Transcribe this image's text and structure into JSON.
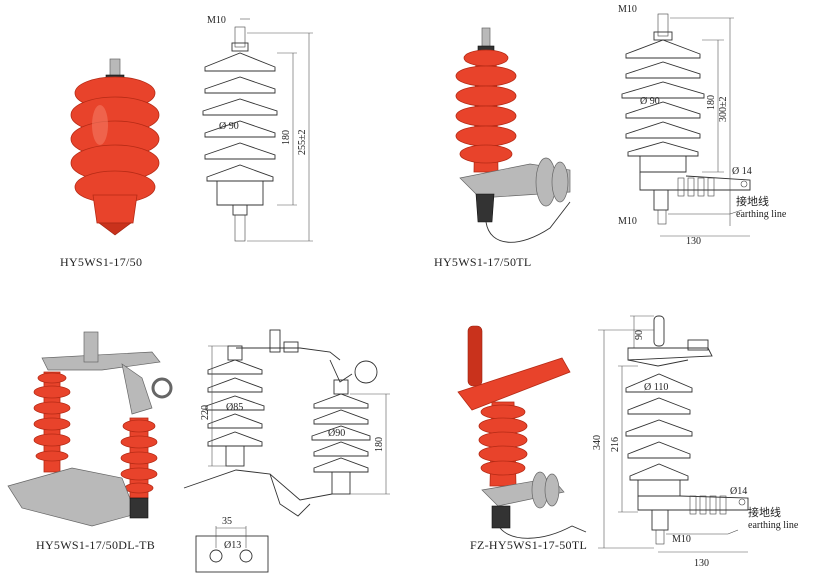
{
  "panels": [
    {
      "caption": "HY5WS1-17/50",
      "labels": {
        "thread": "M10",
        "diameter": "Ø 90",
        "height_inner": "180",
        "height_total": "255±2"
      }
    },
    {
      "caption": "HY5WS1-17/50TL",
      "labels": {
        "thread_top": "M10",
        "diameter": "Ø 90",
        "height_inner": "180",
        "height_total": "300±2",
        "hole": "Ø 14",
        "thread_bottom": "M10",
        "earth_cn": "接地线",
        "earth_en": "earthing line",
        "width": "130"
      }
    },
    {
      "caption": "HY5WS1-17/50DL-TB",
      "labels": {
        "height_left": "220",
        "diameter_left": "Ø85",
        "diameter_right": "Ø90",
        "height_right": "180",
        "width": "35",
        "hole": "Ø13"
      }
    },
    {
      "caption": "FZ-HY5WS1-17-50TL",
      "labels": {
        "height_top": "90",
        "diameter": "Ø 110",
        "height_mid": "216",
        "height_total": "340",
        "hole": "Ø14",
        "earth_cn": "接地线",
        "earth_en": "earthing line",
        "thread": "M10",
        "width": "130"
      }
    }
  ],
  "colors": {
    "porcelain": "#e8432b",
    "metal": "#b9b9b9",
    "line": "#333333"
  }
}
